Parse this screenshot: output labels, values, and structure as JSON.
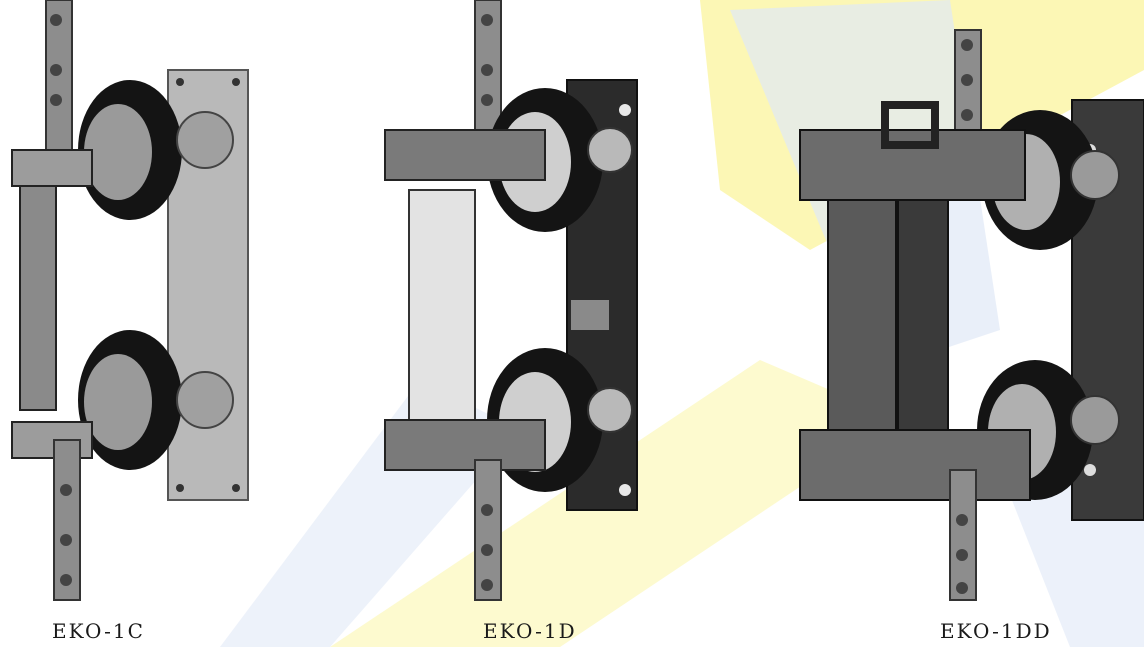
{
  "figures": [
    {
      "caption": "EKO-1C"
    },
    {
      "caption": "EKO-1D"
    },
    {
      "caption": "EKO-1DD"
    }
  ],
  "colors": {
    "watermark_yellow": "#fbf6a8",
    "watermark_blue": "#dfe8f6",
    "mount_plate_light": "#b9b9b9",
    "mount_plate_dark": "#2b2b2b",
    "insulator": "#141414",
    "fuse_tube_light": "#e3e3e3",
    "fuse_tube_dark": "#3a3a3a"
  }
}
